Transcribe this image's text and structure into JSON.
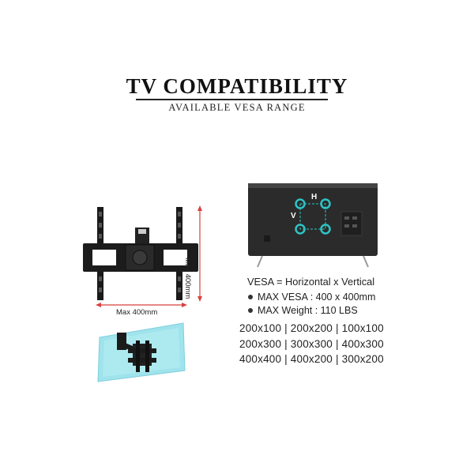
{
  "header": {
    "title": "TV COMPATIBILITY",
    "subtitle": "AVAILABLE VESA RANGE"
  },
  "bracket_diagram": {
    "max_width_label": "Max 400mm",
    "max_height_label": "Max 400mm"
  },
  "tv_diagram": {
    "h_label": "H",
    "v_label": "V"
  },
  "specs": {
    "vesa_definition": "VESA = Horizontal x Vertical",
    "max_vesa": "MAX VESA : 400 x 400mm",
    "max_weight": "MAX Weight : 110 LBS"
  },
  "vesa_sizes": [
    "200x100 | 200x200 | 100x100",
    "200x300 | 300x300 | 400x300",
    "400x400 | 400x200 | 300x200"
  ],
  "colors": {
    "dimension_arrow": "#d6413f",
    "hole_ring": "#2ec4c4",
    "wall_glass": "#9fe3ec"
  }
}
